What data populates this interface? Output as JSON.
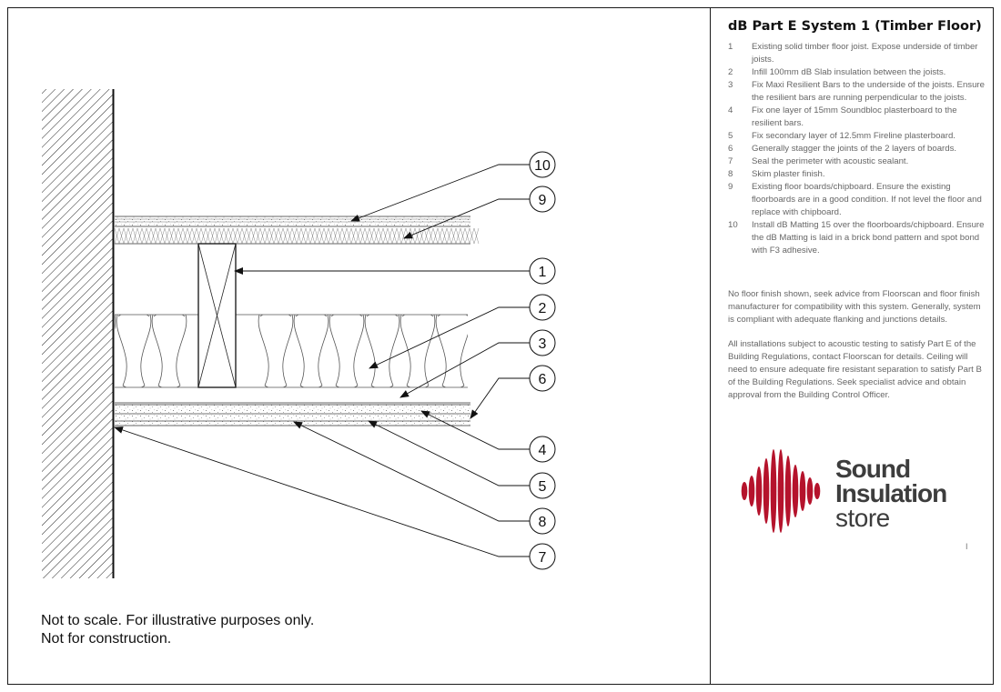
{
  "panel": {
    "title": "dB Part E System 1 (Timber Floor)",
    "notes": [
      {
        "num": "1",
        "text": "Existing solid timber floor joist. Expose underside of timber joists."
      },
      {
        "num": "2",
        "text": "Infill 100mm dB Slab insulation between the joists."
      },
      {
        "num": "3",
        "text": "Fix Maxi Resilient Bars to the underside of the joists. Ensure the resilient bars are running perpendicular to the joists."
      },
      {
        "num": "4",
        "text": "Fix one layer of 15mm Soundbloc plasterboard to the resilient bars."
      },
      {
        "num": "5",
        "text": "Fix secondary layer of 12.5mm Fireline plasterboard."
      },
      {
        "num": "6",
        "text": "Generally stagger the joints of the 2 layers of boards."
      },
      {
        "num": "7",
        "text": "Seal the perimeter with acoustic sealant."
      },
      {
        "num": "8",
        "text": "Skim plaster finish."
      },
      {
        "num": "9",
        "text": "Existing floor boards/chipboard. Ensure the existing floorboards are in a good condition. If not level the floor and replace with chipboard."
      },
      {
        "num": "10",
        "text": "Install dB Matting 15 over the floorboards/chipboard. Ensure the dB Matting is laid in a brick bond pattern and spot bond with F3 adhesive."
      }
    ],
    "paragraph1": "No floor finish shown, seek advice from Floorscan and floor finish manufacturer for compatibility with this system. Generally, system is compliant with adequate flanking and junctions details.",
    "paragraph2": "All installations subject to acoustic testing to satisfy Part E of the Building Regulations, contact Floorscan for details. Ceiling will need to ensure adequate fire resistant separation to satisfy Part B of the Building Regulations. Seek specialist advice and obtain approval from the Building Control Officer."
  },
  "logo": {
    "line1": "Sound",
    "line2": "Insulation",
    "line3": "store",
    "color": "#b5132c"
  },
  "page_mark": "I",
  "disclaimer": {
    "line1": "Not to scale. For illustrative purposes only.",
    "line2": "Not for construction."
  },
  "callouts": {
    "c10": "10",
    "c9": "9",
    "c1": "1",
    "c2": "2",
    "c3": "3",
    "c6": "6",
    "c4": "4",
    "c5": "5",
    "c8": "8",
    "c7": "7"
  }
}
